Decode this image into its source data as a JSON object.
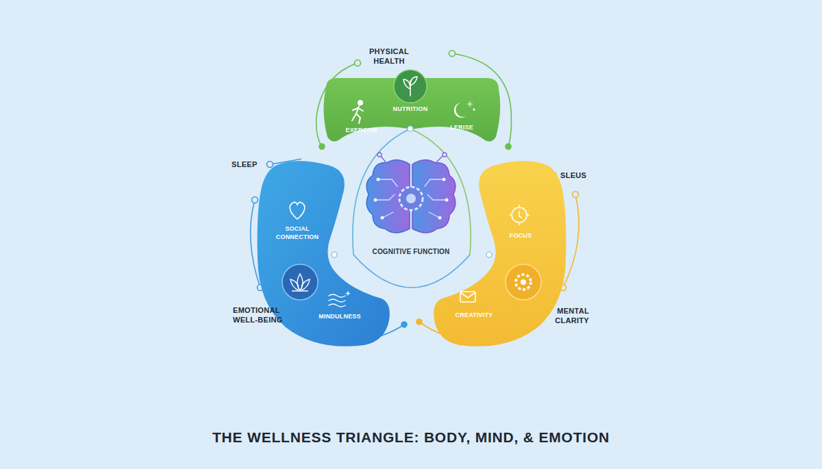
{
  "diagram": {
    "title": "THE WELLNESS TRIANGLE: BODY, MIND, & EMOTION",
    "nodes": [
      {
        "text": [
          "NUTRITION",
          "EXERCISE",
          "LERISE"
        ]
      },
      {
        "text": [
          "SOCIAL CONNECTION",
          "MINDULNESS"
        ]
      },
      {
        "text": [
          "COGNITIVE FUNCTION"
        ]
      },
      {
        "text": [
          "FOCUS",
          "CREATIVITY"
        ]
      }
    ],
    "edges": [
      {
        "from": 0,
        "to": 1,
        "arrow": "none"
      },
      {
        "from": 0,
        "to": 3,
        "arrow": "none"
      },
      {
        "from": 1,
        "to": 3,
        "arrow": "none"
      }
    ],
    "labels": [
      "PHYSICAL HEALTH",
      "SLEEP",
      "SLEUS",
      "EMOTIONAL WELL-BEING",
      "MENTAL CLARITY"
    ]
  }
}
